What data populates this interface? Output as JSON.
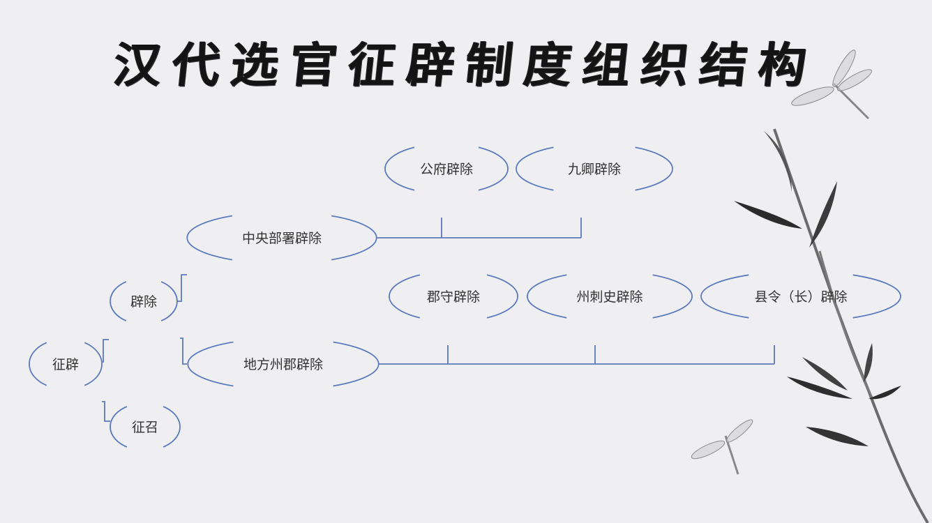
{
  "title": "汉代选官征辟制度组织结构",
  "nodes": {
    "zhengbi": "征辟",
    "bichu": "辟除",
    "zhengzhao": "征召",
    "central": "中央部署辟除",
    "local": "地方州郡辟除",
    "gongfu": "公府辟除",
    "jiuqing": "九卿辟除",
    "junshou": "郡守辟除",
    "zhoucishi": "州刺史辟除",
    "xianling": "县令（长）辟除"
  },
  "colors": {
    "line": "#5b79bd",
    "text": "#333333",
    "title": "#141414"
  },
  "decoration": [
    "bamboo-icon",
    "dragonfly-icon"
  ]
}
